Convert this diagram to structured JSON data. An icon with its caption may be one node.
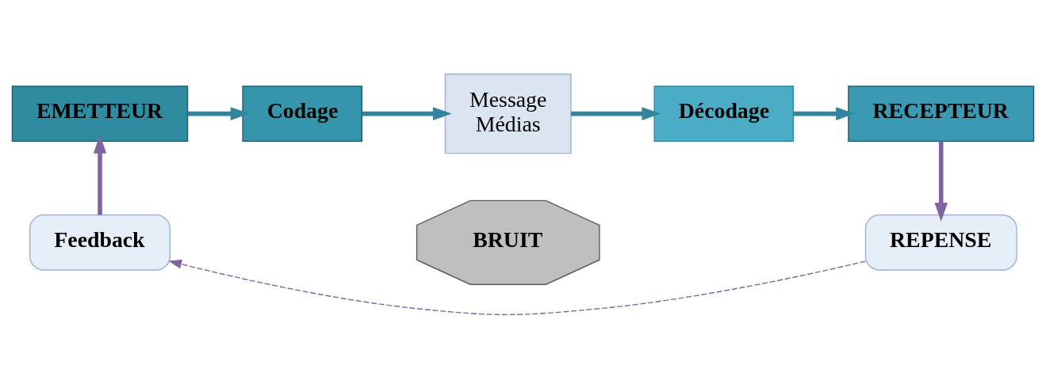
{
  "diagram": {
    "nodes": [
      {
        "text": [
          "EMETTEUR"
        ]
      },
      {
        "text": [
          "Codage"
        ]
      },
      {
        "text": [
          "Message",
          "Médias"
        ]
      },
      {
        "text": [
          "Décodage"
        ]
      },
      {
        "text": [
          "RECEPTEUR"
        ]
      },
      {
        "text": [
          "BRUIT"
        ]
      },
      {
        "text": [
          "Feedback"
        ]
      },
      {
        "text": [
          "REPENSE"
        ]
      }
    ],
    "edges": [
      {
        "from": 0,
        "to": 1,
        "arrow": "to"
      },
      {
        "from": 1,
        "to": 2,
        "arrow": "to"
      },
      {
        "from": 2,
        "to": 3,
        "arrow": "to"
      },
      {
        "from": 3,
        "to": 4,
        "arrow": "to"
      },
      {
        "from": 4,
        "to": 7,
        "arrow": "to",
        "color": "#8064a2"
      },
      {
        "from": 7,
        "to": 6,
        "arrow": "to",
        "style": "dashed",
        "color": "#8064a2"
      },
      {
        "from": 6,
        "to": 0,
        "arrow": "to",
        "color": "#8064a2"
      }
    ]
  }
}
